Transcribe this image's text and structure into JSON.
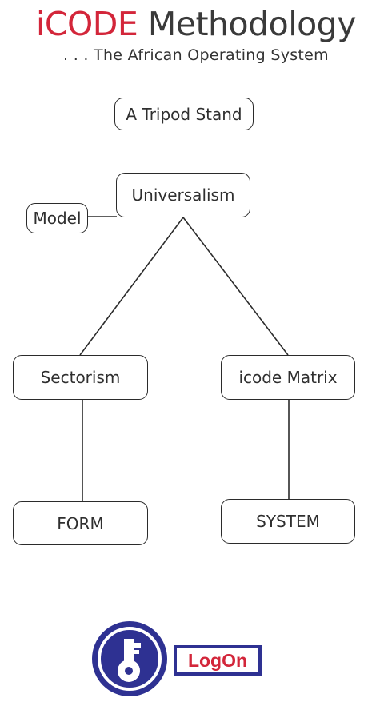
{
  "header": {
    "title_accent": "iCODE",
    "title_rest": "Methodology",
    "subtitle": ". . .  The  African Operating  System",
    "accent_color": "#d3263a"
  },
  "diagram": {
    "nodes": {
      "tripod": "A Tripod Stand",
      "universalism": "Universalism",
      "model": "Model",
      "sectorism": "Sectorism",
      "icode_matrix": "icode Matrix",
      "form": "FORM",
      "system": "SYSTEM"
    }
  },
  "logon": {
    "label": "LogOn",
    "icon": "key-icon",
    "brand_color": "#2e3192"
  }
}
